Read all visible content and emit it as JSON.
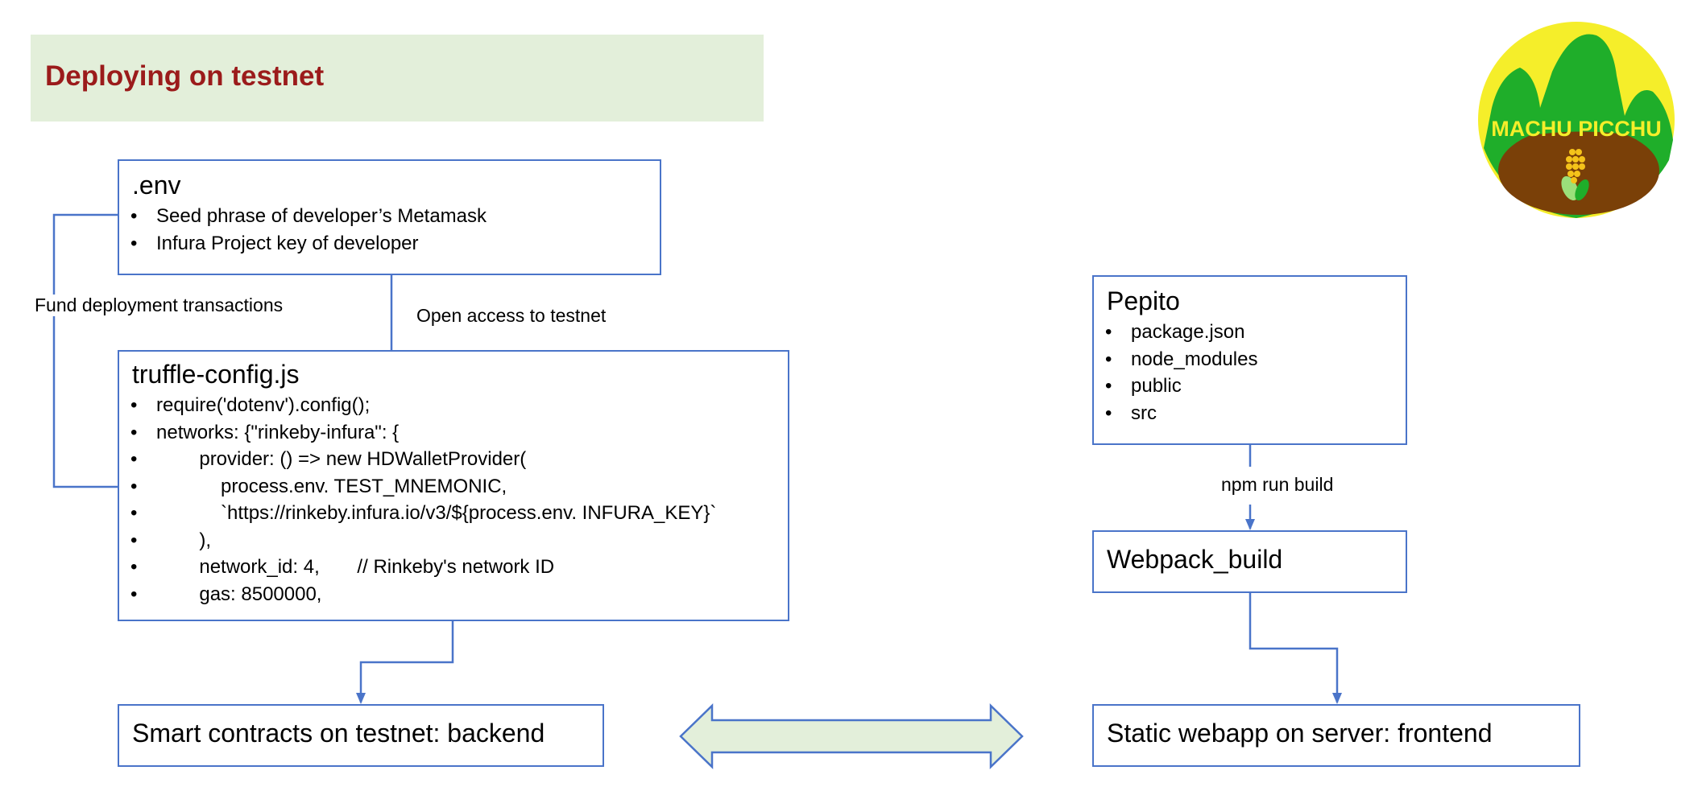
{
  "title": "Deploying on testnet",
  "env_box": {
    "title": ".env",
    "items": [
      "Seed phrase of developer’s Metamask",
      "Infura Project key of developer"
    ]
  },
  "truffle_box": {
    "title": "truffle-config.js",
    "items": [
      "require('dotenv').config();",
      "networks: {\"rinkeby-infura\": {",
      "        provider: () => new HDWalletProvider(",
      "            process.env. TEST_MNEMONIC,",
      "            `https://rinkeby.infura.io/v3/${process.env. INFURA_KEY}`",
      "        ),",
      "        network_id: 4,       // Rinkeby's network ID",
      "        gas: 8500000,"
    ]
  },
  "pepito_box": {
    "title": "Pepito",
    "items": [
      "package.json",
      "node_modules",
      "public",
      "src"
    ]
  },
  "webpack_box": {
    "title": "Webpack_build"
  },
  "backend_box": {
    "title": "Smart contracts on testnet: backend"
  },
  "frontend_box": {
    "title": "Static webapp on server: frontend"
  },
  "edge_labels": {
    "fund": "Fund deployment transactions",
    "open_access": "Open access to testnet",
    "npm_build": "npm run build"
  },
  "logo": {
    "text": "MACHU PICCHU"
  },
  "colors": {
    "title_bg": "#e3efda",
    "title_text": "#9b1b1b",
    "box_border": "#4a74c9",
    "connector": "#4a74c9",
    "double_arrow_fill": "#e3efda",
    "logo_yellow": "#f5ee2a",
    "logo_green": "#1fae2a",
    "logo_brown": "#7a4008"
  }
}
